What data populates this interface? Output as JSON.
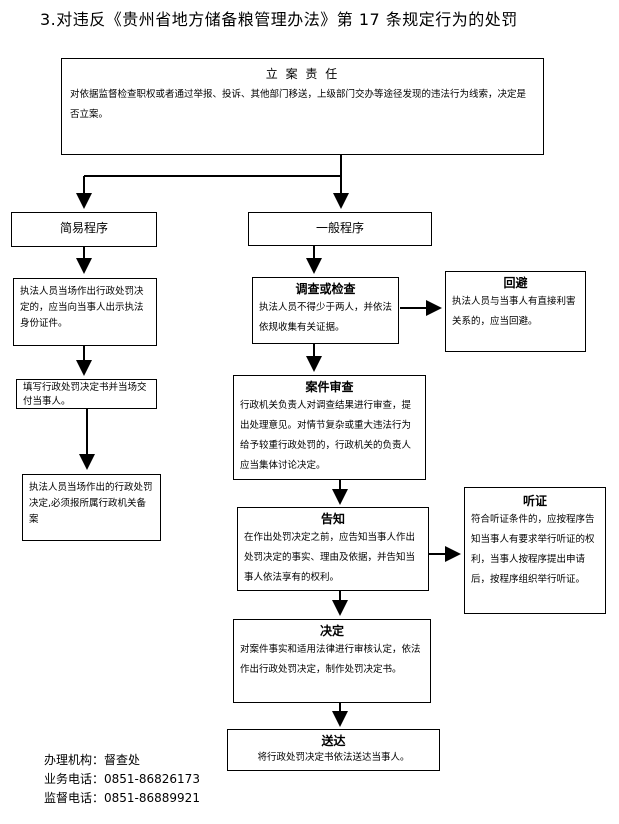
{
  "title": "3.对违反《贵州省地方储备粮管理办法》第 17 条规定行为的处罚",
  "boxes": {
    "filing": {
      "head": "立 案 责 任",
      "body": "对依据监督检查职权或者通过举报、投诉、其他部门移送，上级部门交办等途径发现的违法行为线索，决定是否立案。"
    },
    "simple": {
      "label": "简易程序"
    },
    "general": {
      "label": "一般程序"
    },
    "simple_1": {
      "body": "执法人员当场作出行政处罚决定的，应当向当事人出示执法身份证件。"
    },
    "simple_2": {
      "body": "填写行政处罚决定书并当场交付当事人。"
    },
    "simple_3": {
      "body": "执法人员当场作出的行政处罚决定,必须报所属行政机关备案"
    },
    "investigation": {
      "head": "调查或检查",
      "body": "执法人员不得少于两人，并依法依规收集有关证据。"
    },
    "recusal": {
      "head": "回避",
      "body": "执法人员与当事人有直接利害关系的，应当回避。"
    },
    "review": {
      "head": "案件审查",
      "body": "行政机关负责人对调查结果进行审查，提出处理意见。对情节复杂或重大违法行为给予较重行政处罚的，行政机关的负责人应当集体讨论决定。"
    },
    "notice": {
      "head": "告知",
      "body": "在作出处罚决定之前，应告知当事人作出处罚决定的事实、理由及依据，并告知当事人依法享有的权利。"
    },
    "hearing": {
      "head": "听证",
      "body": "符合听证条件的，应按程序告知当事人有要求举行听证的权利，当事人按程序提出申请后，按程序组织举行听证。"
    },
    "decision": {
      "head": "决定",
      "body": "对案件事实和适用法律进行审核认定，依法作出行政处罚决定，制作处罚决定书。"
    },
    "delivery": {
      "head": "送达",
      "body": "将行政处罚决定书依法送达当事人。"
    }
  },
  "footer": {
    "agency": "办理机构：督查处",
    "business_phone": "业务电话：0851-86826173",
    "supervision_phone": "监督电话：0851-86889921"
  }
}
